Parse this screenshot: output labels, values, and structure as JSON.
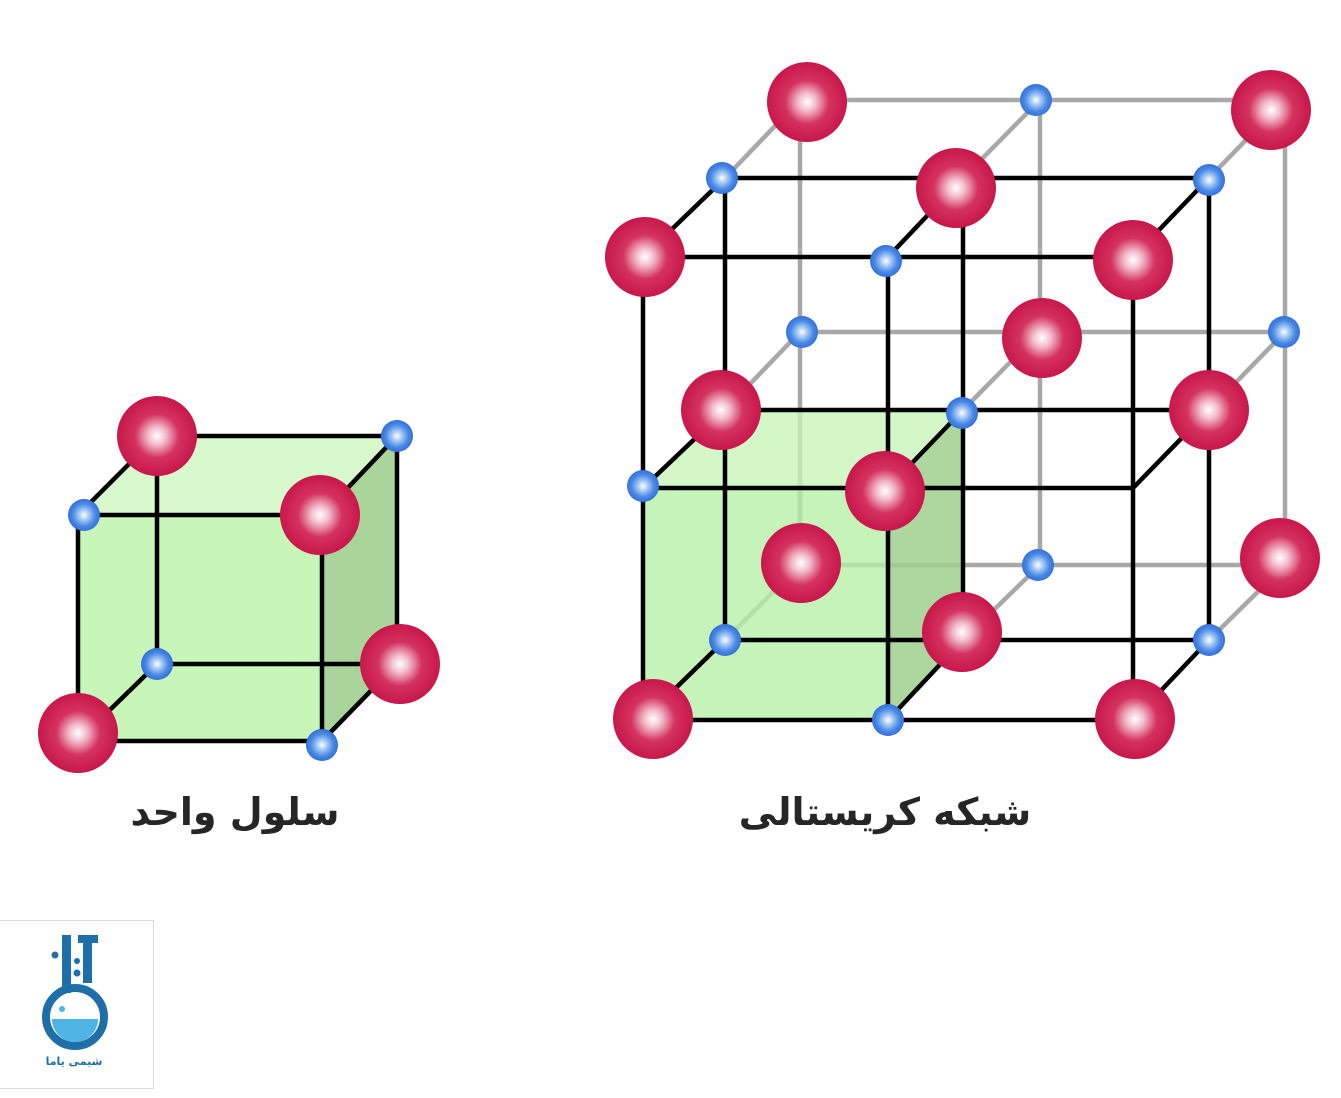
{
  "captions": {
    "unit_cell": "سلول واحد",
    "crystal_lattice": "شبکه کریستالی"
  },
  "logo": {
    "text": "شیمی یاما"
  },
  "colors": {
    "large_atom": "#c8174b",
    "small_atom": "#3c7fe0",
    "front_edges": "#000000",
    "back_edges": "#a8a8a8",
    "cell_fill": "#b5f0a6",
    "cell_side_fill": "#9fd08e",
    "logo": "#1e6fa8"
  }
}
